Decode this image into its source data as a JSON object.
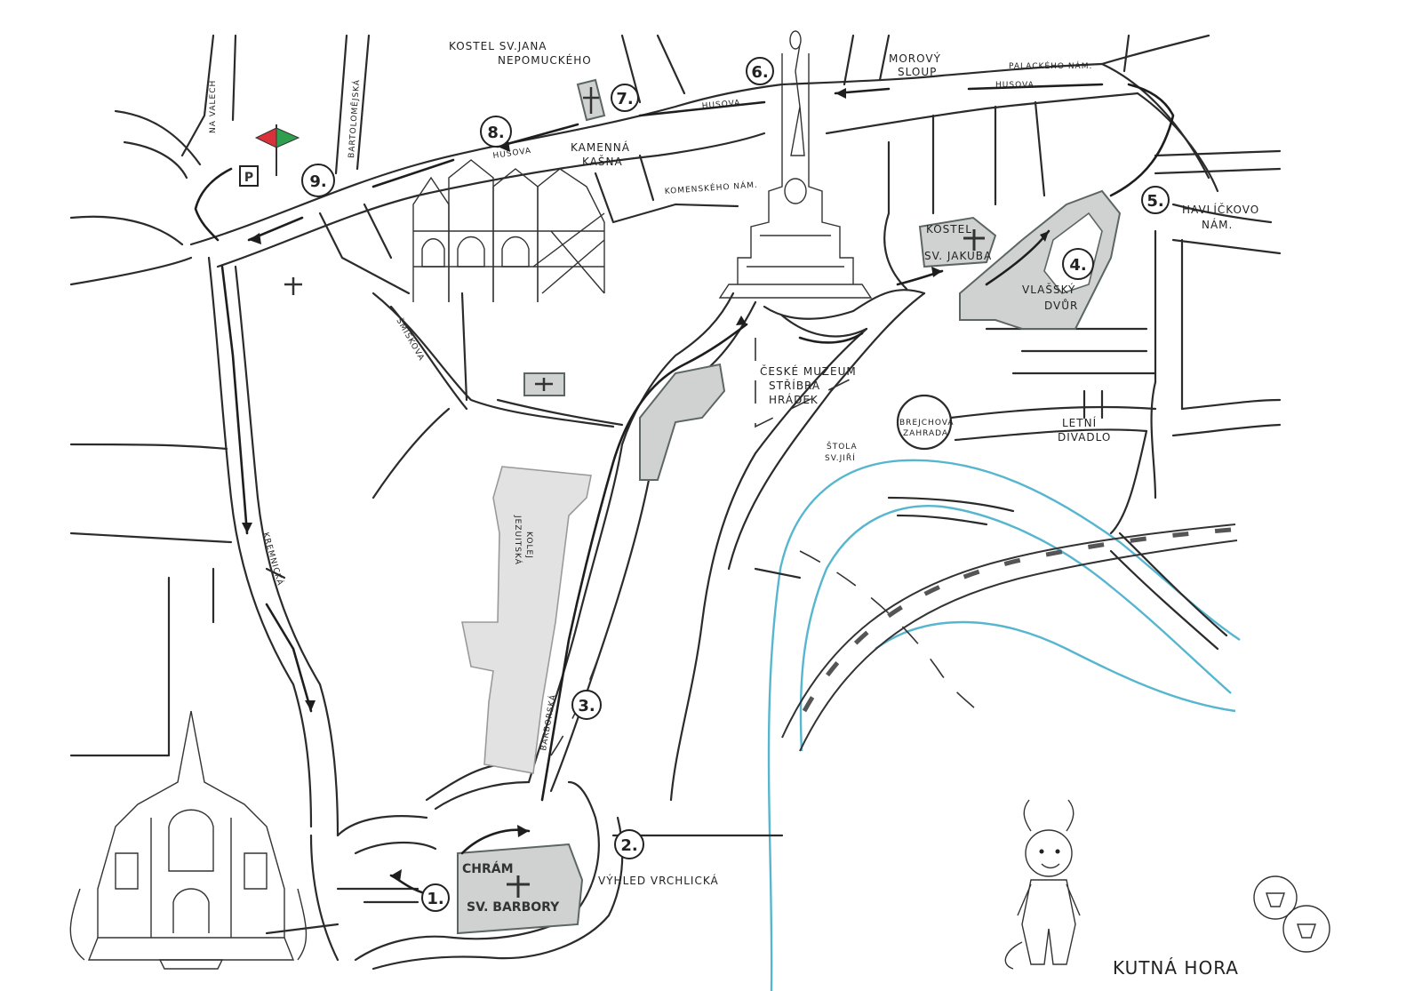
{
  "map": {
    "title": "KUTNÁ HORA",
    "streets": {
      "na_valech": "NA VALECH",
      "bartolomejska": "BARTOLOMĚJSKÁ",
      "husova_west": "HUSOVA",
      "husova_mid": "HUSOVA",
      "husova_east": "HUSOVA",
      "palackeho": "PALACKÉHO NÁM.",
      "komenskeho": "KOMENSKÉHO NÁM.",
      "smisekova": "ŠMIŠKOVA",
      "kremnicka": "KREMNICKÁ",
      "barborska": "BARBORSKÁ",
      "havlickovo_1": "HAVLÍČKOVO",
      "havlickovo_2": "NÁM."
    },
    "landmarks": {
      "kostel_jana_1": "KOSTEL SV.JANA",
      "kostel_jana_2": "NEPOMUCKÉHO",
      "morovy_1": "MOROVÝ",
      "morovy_2": "SLOUP",
      "kasna_1": "KAMENNÁ",
      "kasna_2": "KAŠNA",
      "muzeum_1": "ČESKÉ MUZEUM",
      "muzeum_2": "STŘÍBRA",
      "muzeum_3": "HRÁDEK",
      "jakub_1": "KOSTEL",
      "jakub_2": "SV. JAKUBA",
      "vlassky_1": "VLAŠSKÝ",
      "vlassky_2": "DVŮR",
      "jezuitska_1": "JEZUITSKÁ",
      "jezuitska_2": "KOLEJ",
      "stola_1": "ŠTOLA",
      "stola_2": "SV.JIŘÍ",
      "bregeta_1": "BREJCHOVA",
      "bregeta_2": "ZAHRADA",
      "letni_1": "LETNÍ",
      "letni_2": "DIVADLO",
      "chram_1": "CHRÁM",
      "chram_2": "SV. BARBORY",
      "vyhled": "VÝHLED VRCHLICKÁ",
      "parking": "P"
    },
    "stops": [
      "1.",
      "2.",
      "3.",
      "4.",
      "5.",
      "6.",
      "7.",
      "8.",
      "9."
    ],
    "colors": {
      "river": "#57b6cf",
      "building": "#cfd2d0",
      "flag_red": "#d9303a",
      "flag_green": "#2f9e4f"
    },
    "icons": [
      "parking-icon",
      "start-flag-icon",
      "cross-icon",
      "coin-icon",
      "mascot-icon"
    ]
  }
}
